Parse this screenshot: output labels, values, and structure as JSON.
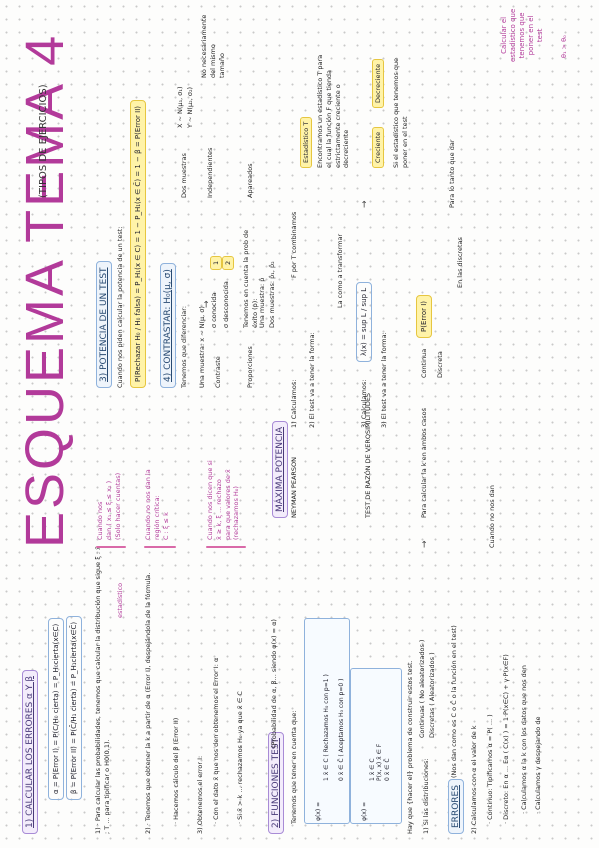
{
  "page": {
    "title": "ESQUEMA TEMA 4",
    "subtitle": "(TIPOS DE EJERCICIOS)"
  },
  "sections": {
    "s1": {
      "heading": "1) CALCULAR LOS ERRORES α Y β",
      "alpha": "α = P(Error I) = P(C/H₀ cierta) = P_H₀cierta(x∈C)",
      "beta": "β = P(Error II) = P(C̄/H₁ cierta) = P_H₁cierta(x∈C̄)",
      "p1": "1) · Para calcular las probabilidades, tenemos que calcular la distribución que sigue  ξ : x̄ ; T ...  para tipificar o H0(0,1).",
      "p1_note": "estadístico",
      "p2": "2) · Tenemos que obtener la k a partir de α (Error I), despejándola de la fórmula.",
      "p2b": "· Hacemos cálculo del β (Error II)",
      "p3": "3) Obtenemos el error I:",
      "p3a": "· Con el dato x̄ que nos den obtenemos el Error I: α",
      "p3b": "· Si x̄ > k ... rechazamos H₀ ya que x̄ ∈ C",
      "aside1": "Cuando nos\ndan ( x₁ ≤ ξ ≤ x₂ )\n(Solo hacer cuentas)",
      "aside2": "Cuando no nos dan la\nregión crítica:\nC : ξ ≤ k",
      "aside3": "Cuando nos dicen que si\nx̄ ≥ k, ξ ... rechazo\npara que valores de x̄\n(rechazamos H₀)"
    },
    "s2": {
      "heading": "2) FUNCIONES TEST",
      "heading_note": "(Probabilidad de α, β... siendo φ(x) = α)",
      "intro": "Tenemos que tener en cuenta que:",
      "box1_label": "φ(x) =",
      "box1_top": "1   x̄ ∈ C  ( Rechazamos H₀ con p=1 )",
      "box1_bottom": "0   x̄ ∈ C̄  ( Aceptamos H₀ con p=0 )",
      "box2_label": "φ(x) =",
      "box2_rows": "1     x̄ ∈ C\nP(x, x)   x̄ ∈ F\n0     x̄ ∈ C̄",
      "hay_que": "Hay que {hacer el} problema de construir estos test.",
      "dist_label": "1) Si las distribuciones:",
      "dist_cont": "Continuas  ( No aleatorizados )",
      "dist_disc": "Discretas  ( Aleatorizados )",
      "errores_heading": "ERRORES",
      "errores_text": "(Nos dan como es C o Ĉ o la función en el test)",
      "calc1": "2) Calculamos con α el valor de k",
      "cont": "· Continuo: Tipificamos  α = P( ... )",
      "disc": "· Discreto: En α ... Eα ( C(x) ) = 1·P(x∈C) + γ·P(x∈F)",
      "calc_a": "· Calculamos α la k con los datos que nos den",
      "calc_b": "· Calculamos γ despejando de",
      "side_time": "Cuando no nos dan"
    },
    "s3": {
      "heading": "3) POTENCIA DE UN TEST",
      "intro": "Cuando nos piden calcular la potencia de un test:",
      "formula": "P(Rechazar H₀ / H₀ falsa) = P_H₁(x ∈ C) = 1 − P_H₁(x ∈ C̄) = 1 − β = P(Error II)"
    },
    "s4": {
      "heading": "4) CONTRASTAR: H₀(μ, σ)",
      "intro": "Tenemos que diferenciar:",
      "una_muestra": "Una muestra: x ~ N(μ, σ)",
      "contraste": "Contraste",
      "mu_known": "σ conocida",
      "mu_unknown": "σ desconocida",
      "dos_muestras": "Dos muestras",
      "dos_a": "X ~ N(μ₁, σ₁)",
      "dos_b": "Y ~ N(μ₂, σ₂)",
      "independientes": "Independientes",
      "apareados": "Apareados",
      "proporciones": "Proporciones",
      "prop_text": "Tenemos en cuenta la prob de éxito (p):",
      "prop_una": "Una muestra: p̂",
      "prop_dos": "Dos muestras: p̂₁, p̂₂",
      "no_necesario": "No necesariamente\ndel mismo\ntamaño"
    },
    "s5": {
      "heading": "MÁXIMA POTENCIA",
      "sub": "NEYMAN PEARSON",
      "step1": "1) Calculamos:",
      "step2": "2) El test va a tener la forma:",
      "step3": "3) Calculamos:",
      "step4": "3) El test va a tener la forma:",
      "test_label": "TEST DE RAZÓN DE VEROSIMILITUDES",
      "lambda": "λ(x) = sup L / sup L",
      "f_label": "F por T combinamos",
      "monotone": "La como a transformar",
      "compare": "Para calcular la k en ambos casos",
      "cont_label": "Continua",
      "disc_label": "Discreta",
      "tipo_label": "P(Error I)",
      "en_discretas": "En las discretas",
      "para_tanto": "Para lo tanto que dar"
    },
    "right": {
      "estad_t": "Estadístico T",
      "estad_text": "Encontramos un estadístico T para el cual la función F que tienda estrictamente creciente o decreciente",
      "creciente": "Creciente",
      "decreciente": "Decreciente",
      "inverse": "Si el estadístico que tenemos que poner en el test",
      "pink_side": "Calcular el\nestadístico que\ntenemos que\nponer en el\ntest",
      "zeta": "θ₁ > θ₀"
    }
  }
}
